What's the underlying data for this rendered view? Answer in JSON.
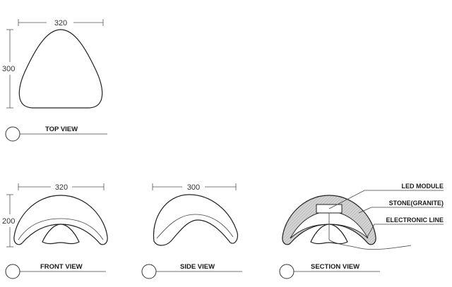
{
  "top_view": {
    "width_dim": "320",
    "height_dim": "300",
    "title": "TOP VIEW"
  },
  "front_view": {
    "width_dim": "320",
    "height_dim": "200",
    "title": "FRONT VIEW"
  },
  "side_view": {
    "width_dim": "300",
    "title": "SIDE VIEW"
  },
  "section_view": {
    "title": "SECTION VIEW",
    "labels": {
      "led": "LED MODULE",
      "stone": "STONE(GRANITE)",
      "line": "ELECTRONIC LINE"
    }
  },
  "colors": {
    "stroke": "#222222",
    "hatch_fill": "#cfcfcf"
  }
}
